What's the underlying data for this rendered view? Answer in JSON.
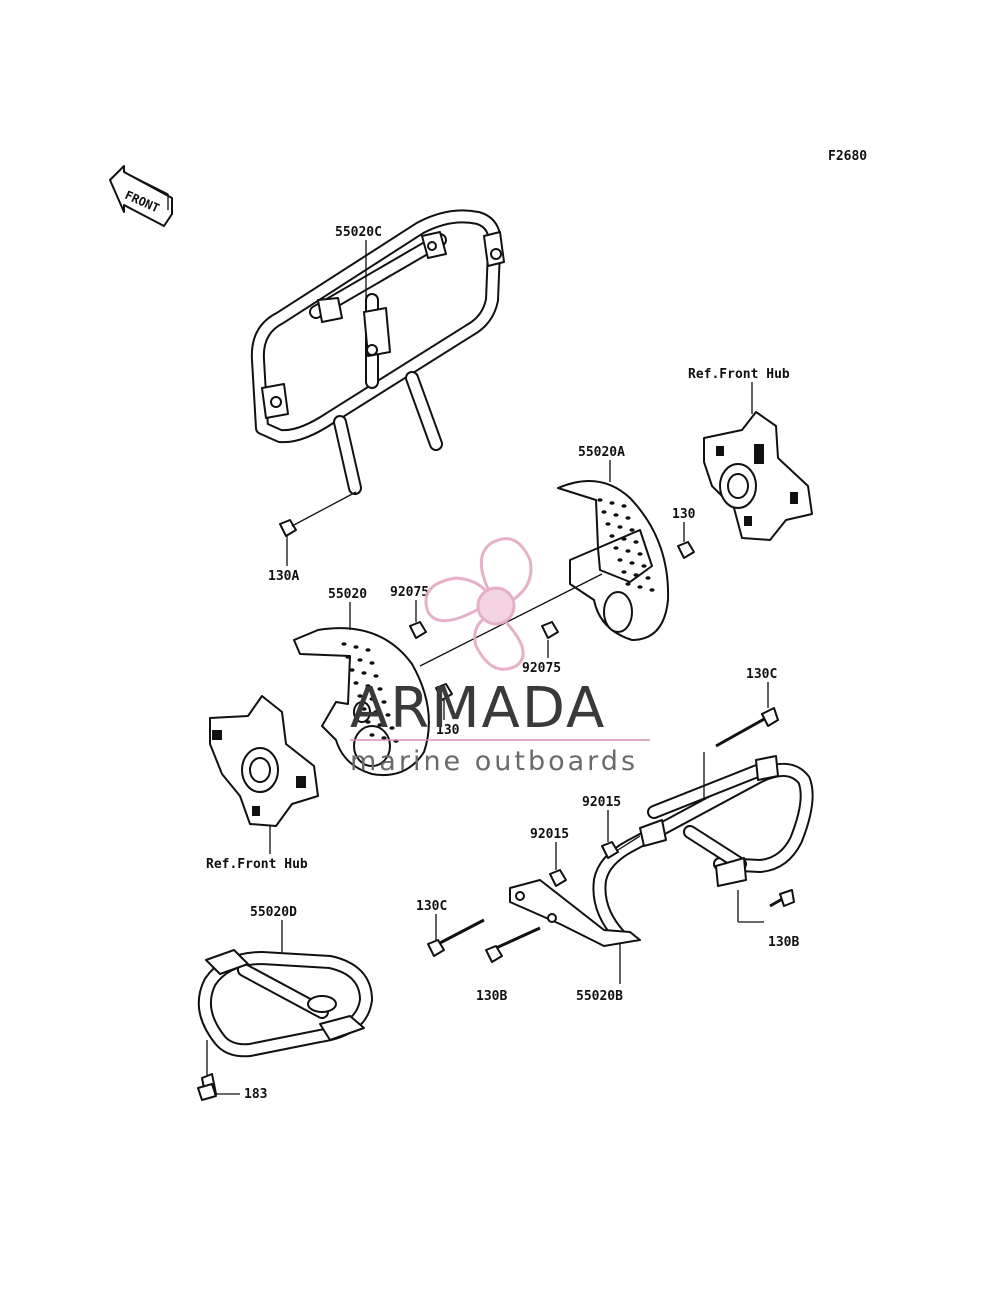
{
  "diagram": {
    "figure_code": "F2680",
    "front_arrow_label": "FRONT",
    "callouts": {
      "guard_upper": "55020C",
      "bolt_130a": "130A",
      "ref_hub_right": "Ref.Front Hub",
      "guard_a": "55020A",
      "bolt_130_right": "130",
      "guard_55020": "55020",
      "nut_92075_left": "92075",
      "nut_92075_right": "92075",
      "bolt_130_left": "130",
      "ref_hub_left": "Ref.Front Hub",
      "bolt_130c_right": "130C",
      "nut_92015_right": "92015",
      "nut_92015_left": "92015",
      "bolt_130c_left": "130C",
      "guard_d": "55020D",
      "bolt_130b_right": "130B",
      "bolt_130b_left": "130B",
      "guard_b": "55020B",
      "bolt_183": "183"
    }
  },
  "watermark": {
    "brand": "ARMADA",
    "tagline": "marine outboards",
    "logo_color": "#e4a8c4",
    "logo_fill": "#f3cfe0",
    "underline_color": "#d890b4"
  }
}
